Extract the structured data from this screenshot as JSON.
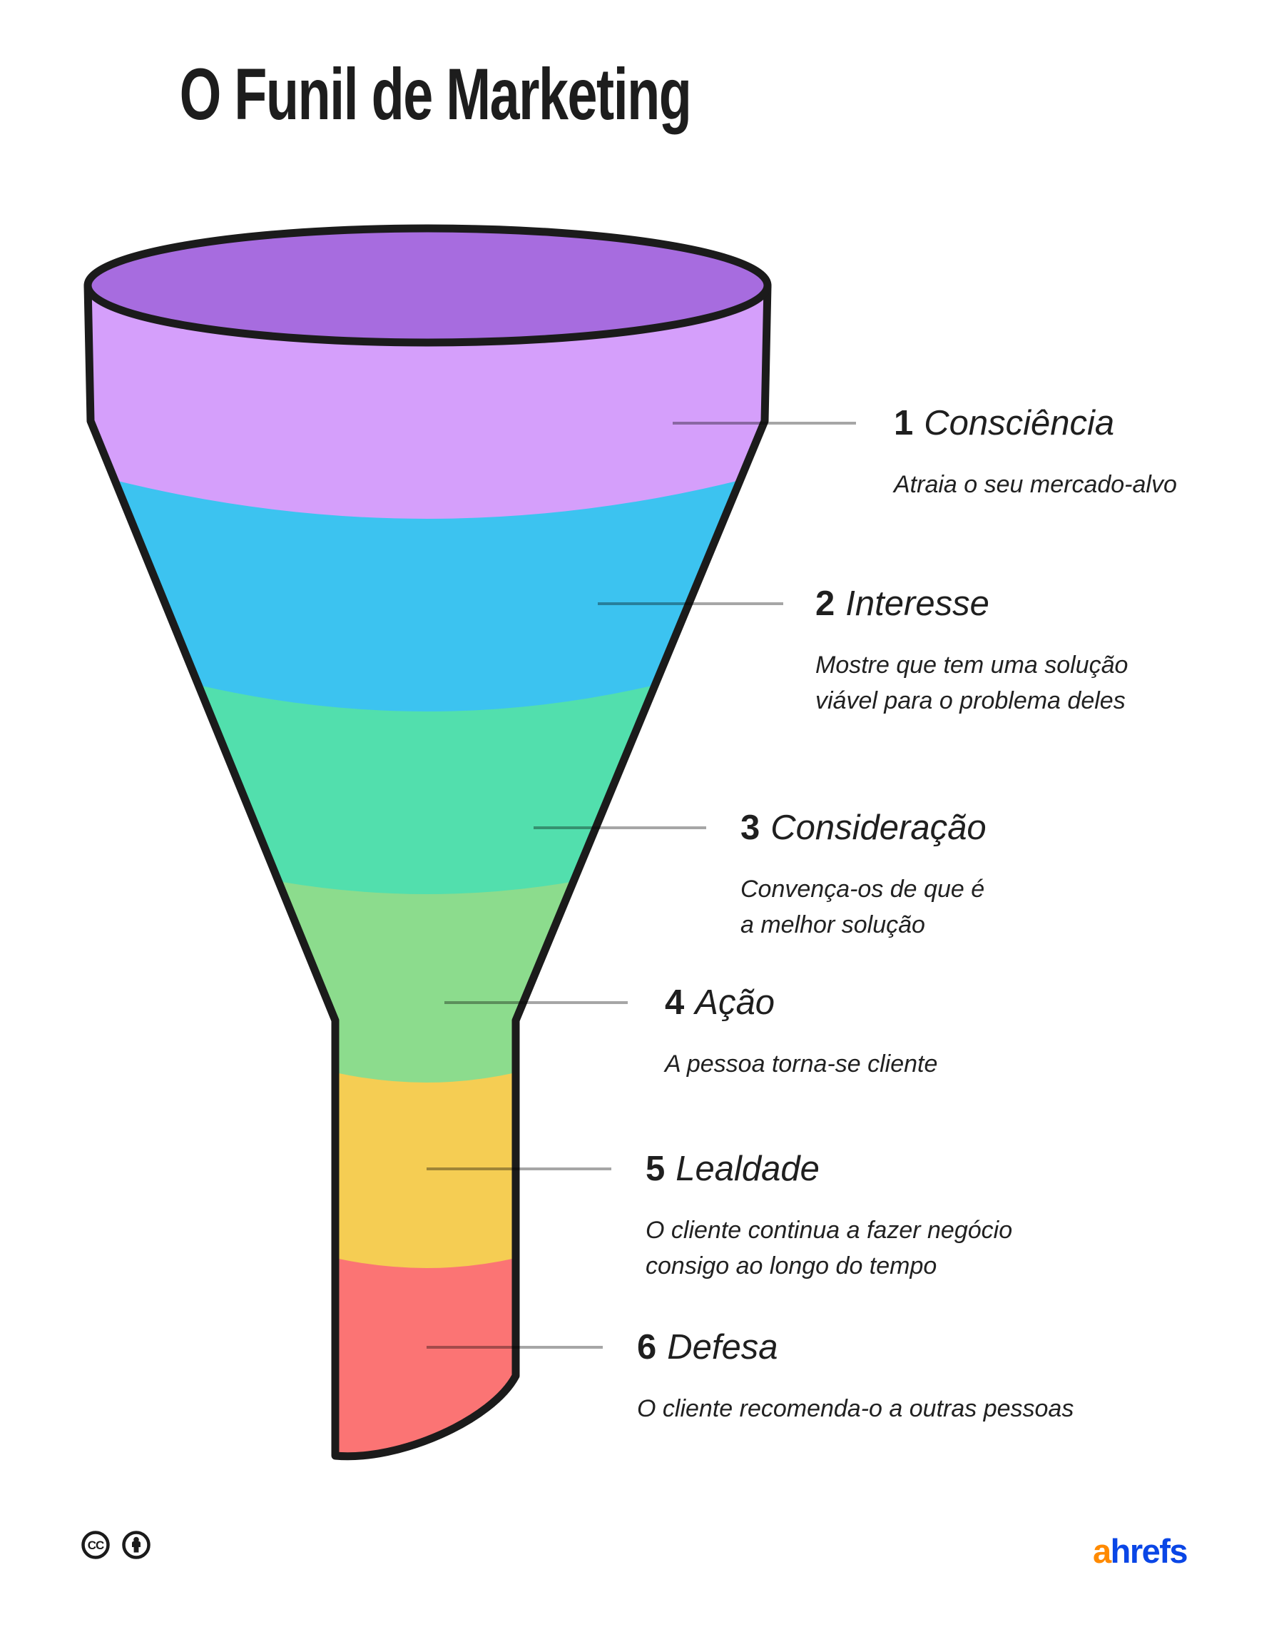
{
  "title": "O Funil de Marketing",
  "funnel": {
    "outline_color": "#1b1b1b",
    "top_opening_color": "#a76cdf",
    "leader_line_color": "rgba(0,0,0,0.35)",
    "stages": [
      {
        "number": "1",
        "name": "Consciência",
        "description": "Atraia o seu mercado-alvo",
        "color": "#d59ffb"
      },
      {
        "number": "2",
        "name": "Interesse",
        "description": "Mostre que tem uma solução\nviável para o problema deles",
        "color": "#3cc3f0"
      },
      {
        "number": "3",
        "name": "Consideração",
        "description": "Convença-os de que é\na melhor solução",
        "color": "#52dfad"
      },
      {
        "number": "4",
        "name": "Ação",
        "description": "A pessoa torna-se cliente",
        "color": "#8cdc8d"
      },
      {
        "number": "5",
        "name": "Lealdade",
        "description": "O cliente continua a fazer negócio\nconsigo ao longo do tempo",
        "color": "#f5cd53"
      },
      {
        "number": "6",
        "name": "Defesa",
        "description": "O cliente recomenda-o a outras pessoas",
        "color": "#fb7474"
      }
    ]
  },
  "footer": {
    "cc_icon_text": "CC",
    "brand": {
      "prefix": "a",
      "rest": "hrefs",
      "prefix_color": "#ff8a00",
      "rest_color": "#0a46e6"
    }
  }
}
